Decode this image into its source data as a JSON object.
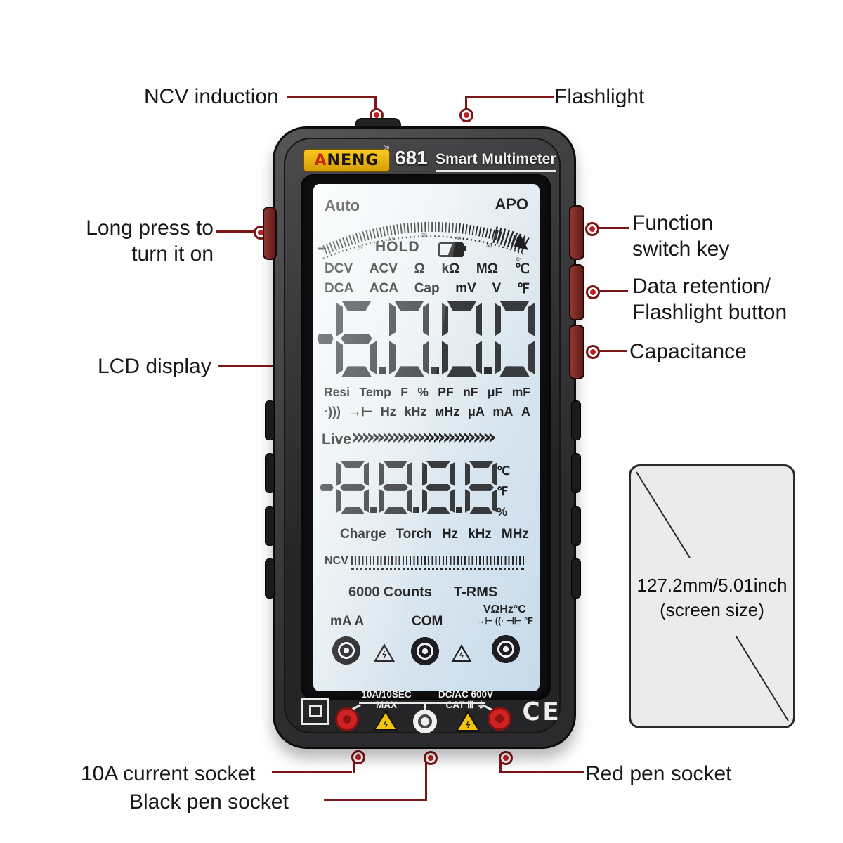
{
  "callouts": {
    "ncv_induction": "NCV induction",
    "flashlight": "Flashlight",
    "long_press": [
      "Long press to",
      "turn it on"
    ],
    "function_key": [
      "Function",
      "switch key"
    ],
    "data_retention": [
      "Data retention/",
      "Flashlight button"
    ],
    "capacitance": "Capacitance",
    "lcd_display": "LCD display",
    "current_socket_10a": "10A current socket",
    "black_pen_socket": "Black pen socket",
    "red_pen_socket": "Red pen socket"
  },
  "screen_size_box": {
    "line1": "127.2mm/5.01inch",
    "line2": "(screen size)"
  },
  "device": {
    "brand": "ANENG",
    "reg_mark": "®",
    "model": "681",
    "product_name": "Smart Multimeter",
    "lcd": {
      "auto_label": "Auto",
      "apo_label": "APO",
      "hold_label": "HOLD",
      "scale_numbers": [
        "0",
        "10",
        "20",
        "30",
        "40",
        "50",
        "60"
      ],
      "func_row1": [
        "DCV",
        "ACV",
        "Ω",
        "kΩ",
        "MΩ",
        "℃"
      ],
      "func_row2": [
        "DCA",
        "ACA",
        "Cap",
        "mV",
        "V",
        "℉"
      ],
      "primary_value": "-6.0.0.0",
      "unit_row1": [
        "Resi",
        "Temp",
        "F",
        "%",
        "PF",
        "nF",
        "μF",
        "mF"
      ],
      "sound_icon": "·)))",
      "diode_icon": "→⊢",
      "unit_row2": [
        "Hz",
        "kHz",
        "мHz",
        "μA",
        "mA",
        "A"
      ],
      "live_label": "Live",
      "live_chevrons": "»»»»»»»»»»»»»»",
      "secondary_value": "-8.8.8.8",
      "secondary_units": [
        "℃",
        "℉",
        "%"
      ],
      "status_row": [
        "Charge",
        "Torch",
        "Hz",
        "kHz",
        "MHz"
      ],
      "ncv_label": "NCV",
      "counts_label": "6000 Counts",
      "trms_label": "T-RMS",
      "jacks": {
        "left_label": "mA A",
        "center_label": "COM",
        "right_label_top": "VΩHz°C",
        "right_label_bottom": "→⊢ ((· ⊣⊢ °F"
      },
      "warning_bolt": "ϟ"
    },
    "bottom_panel": {
      "fuse_label": [
        "10A/10SEC",
        "MAX"
      ],
      "rating_label": [
        "DC/AC 600V",
        "CAT Ⅲ ⏚"
      ],
      "ce_mark": "CE"
    }
  },
  "colors": {
    "callout_line": "#7a1616",
    "callout_dot": "#c41e1e",
    "body_dark": "#2b2b2d",
    "screen_tint": "#d5e3ee",
    "logo_gold": "#e9b10d",
    "button_red": "#8a2d27",
    "socket_red": "#cf2222",
    "warning_yellow": "#f3c40a"
  }
}
